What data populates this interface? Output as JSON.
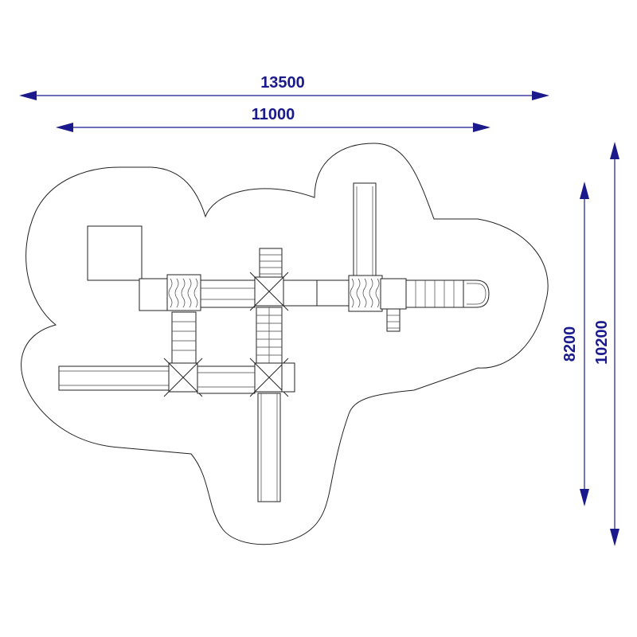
{
  "drawing": {
    "type": "playground-layout-plan",
    "dimension_color": "#1a1a8c",
    "line_color": "#222222",
    "dimensions": {
      "outer_width": "13500",
      "inner_width": "11000",
      "inner_height": "8200",
      "outer_height": "10200"
    }
  }
}
